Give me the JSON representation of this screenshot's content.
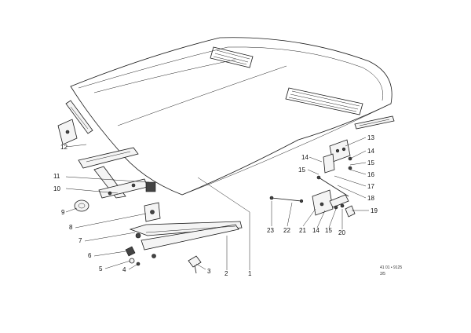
{
  "diagram": {
    "reference_code": "41 01 • 9125",
    "sheet": "3/5",
    "callouts": [
      "1",
      "2",
      "3",
      "4",
      "5",
      "6",
      "7",
      "8",
      "9",
      "10",
      "11",
      "12",
      "13",
      "14",
      "15",
      "16",
      "17",
      "18",
      "19",
      "14",
      "15",
      "20",
      "21",
      "22",
      "23"
    ]
  }
}
